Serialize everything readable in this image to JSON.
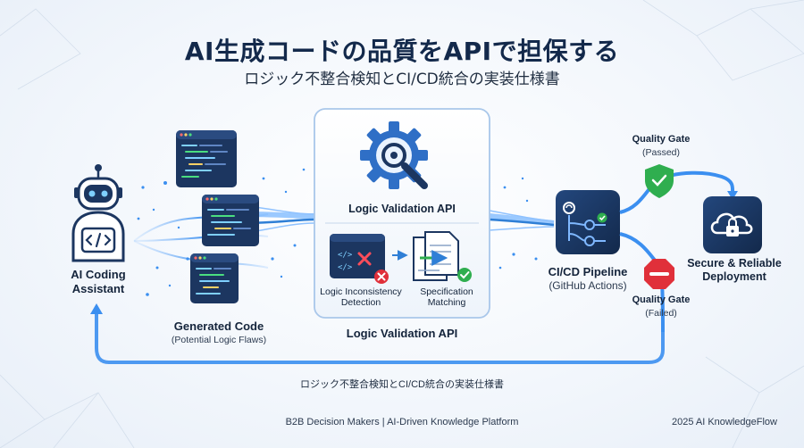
{
  "title": "AI生成コードの品質をAPIで担保する",
  "subtitle": "ロジック不整合検知とCI/CD統合の実装仕様書",
  "assistant": {
    "label_line1": "AI Coding",
    "label_line2": "Assistant"
  },
  "generated_code": {
    "label": "Generated Code",
    "sublabel": "(Potential Logic Flaws)"
  },
  "validation_panel": {
    "header": "Logic Validation API",
    "left_label_line1": "Logic Inconsistency",
    "left_label_line2": "Detection",
    "right_label_line1": "Specification",
    "right_label_line2": "Matching",
    "caption": "Logic Validation API"
  },
  "pipeline": {
    "label": "CI/CD Pipeline",
    "sublabel": "(GitHub Actions)"
  },
  "gate_passed": {
    "label": "Quality Gate",
    "sublabel": "(Passed)"
  },
  "gate_failed": {
    "label": "Quality Gate",
    "sublabel": "(Failed)"
  },
  "deployment": {
    "label_line1": "Secure & Reliable",
    "label_line2": "Deployment"
  },
  "feedback_caption": "ロジック不整合検知とCI/CD統合の実装仕様書",
  "footer": {
    "left": "B2B Decision Makers | AI-Driven Knowledge Platform",
    "right": "2025 AI KnowledgeFlow"
  },
  "colors": {
    "navy": "#13294b",
    "accent_blue": "#2f7fd6",
    "code_bg": "#1c3660",
    "success_green": "#2fae4f",
    "error_red": "#e0303a"
  }
}
